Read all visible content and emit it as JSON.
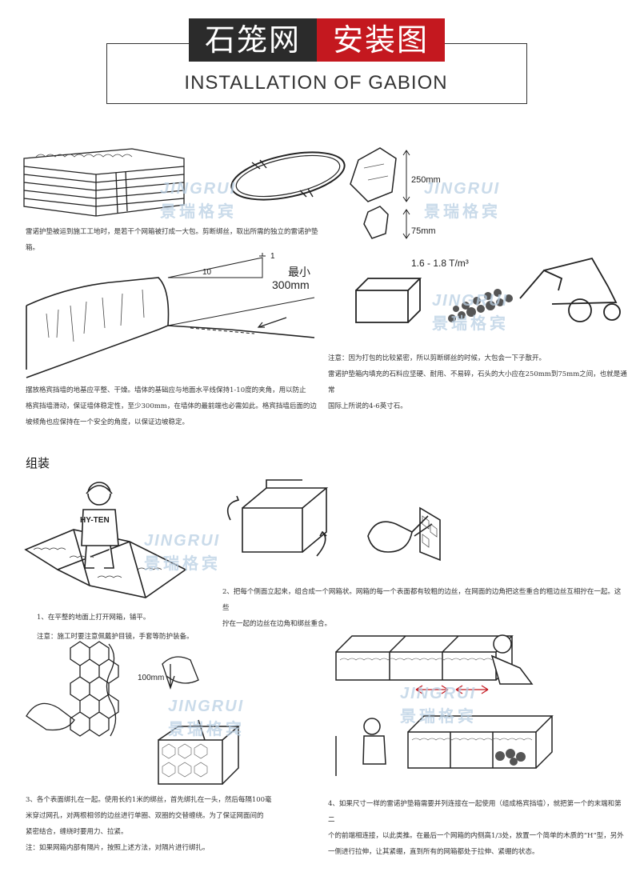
{
  "header": {
    "title_dark": "石笼网",
    "title_red": "安装图",
    "subtitle": "INSTALLATION OF GABION"
  },
  "watermark": {
    "en": "JINGRUI",
    "cn": "景瑞格宾"
  },
  "step_a": {
    "caption": "雷诺护垫被运到施工工地时，是若干个网箱被打成一大包。剪断绑丝，取出所需的独立的雷诺护垫箱。"
  },
  "step_b": {
    "size_large": "250mm",
    "size_small": "75mm"
  },
  "step_c": {
    "slope_ratio_1": "1",
    "slope_ratio_10": "10",
    "min_label": "最小",
    "min_value": "300mm",
    "caption_lines": [
      "摆放格宾挡墙的地基应平整、干燥。墙体的基础应与地面水平线保持1-10度的夹角，用以防止",
      "格宾挡墙滑动，保证墙体稳定性，至少300mm，在墙体的最前端也必需如此。格宾挡墙后面的边",
      "坡倾角也应保持在一个安全的角度，以保证边坡稳定。"
    ]
  },
  "step_d": {
    "density": "1.6 - 1.8 T/m³",
    "caption_lines": [
      "注意：因为打包的比较紧密，所以剪断绑丝的时候，大包会一下子散开。",
      "雷诺护垫箱内填充的石料应坚硬、耐用、不易碎，石头的大小应在250mm到75mm之间，也就是通常",
      "国际上所说的4-6英寸石。"
    ]
  },
  "assembly": {
    "heading": "组装",
    "figure_text": {
      "worker_shirt": "HY-TEN",
      "spacing": "100mm"
    },
    "step1": {
      "caption": "1、在平整的地面上打开网箱，铺平。",
      "note": "注意：施工时要注意佩戴护目镜，手套等防护装备。"
    },
    "step2": {
      "caption_lines": [
        "2、把每个侧面立起来，组合成一个网箱状。网箱的每一个表面都有较粗的边丝，在网面的边角把这些重合的粗边丝互相拧在一起。这些",
        "拧在一起的边丝在边角和绑丝重合。"
      ]
    },
    "step3": {
      "caption_lines": [
        "3、各个表面绑扎在一起。使用长约1米的绑丝，首先绑扎在一头，然后每隔100毫",
        "米穿过网孔，对两根相邻的边丝进行单圈、双圈的交替缠绕。为了保证网面间的",
        "紧密结合，缠绕时要用力、拉紧。",
        "注：如果网箱内部有隔片，按照上述方法，对隔片进行绑扎。"
      ]
    },
    "step4": {
      "caption_lines": [
        "4、如果尺寸一样的雷诺护垫箱需要并列连接在一起使用（组成格宾挡墙），就把第一个的末端和第二",
        "个的前端相连接，以此类推。在最后一个网箱的内侧高1/3处，放置一个简单的木质的“H”型，另外",
        "一侧进行拉伸，让其紧绷，直到所有的网箱都处于拉伸、紧绷的状态。"
      ]
    }
  }
}
